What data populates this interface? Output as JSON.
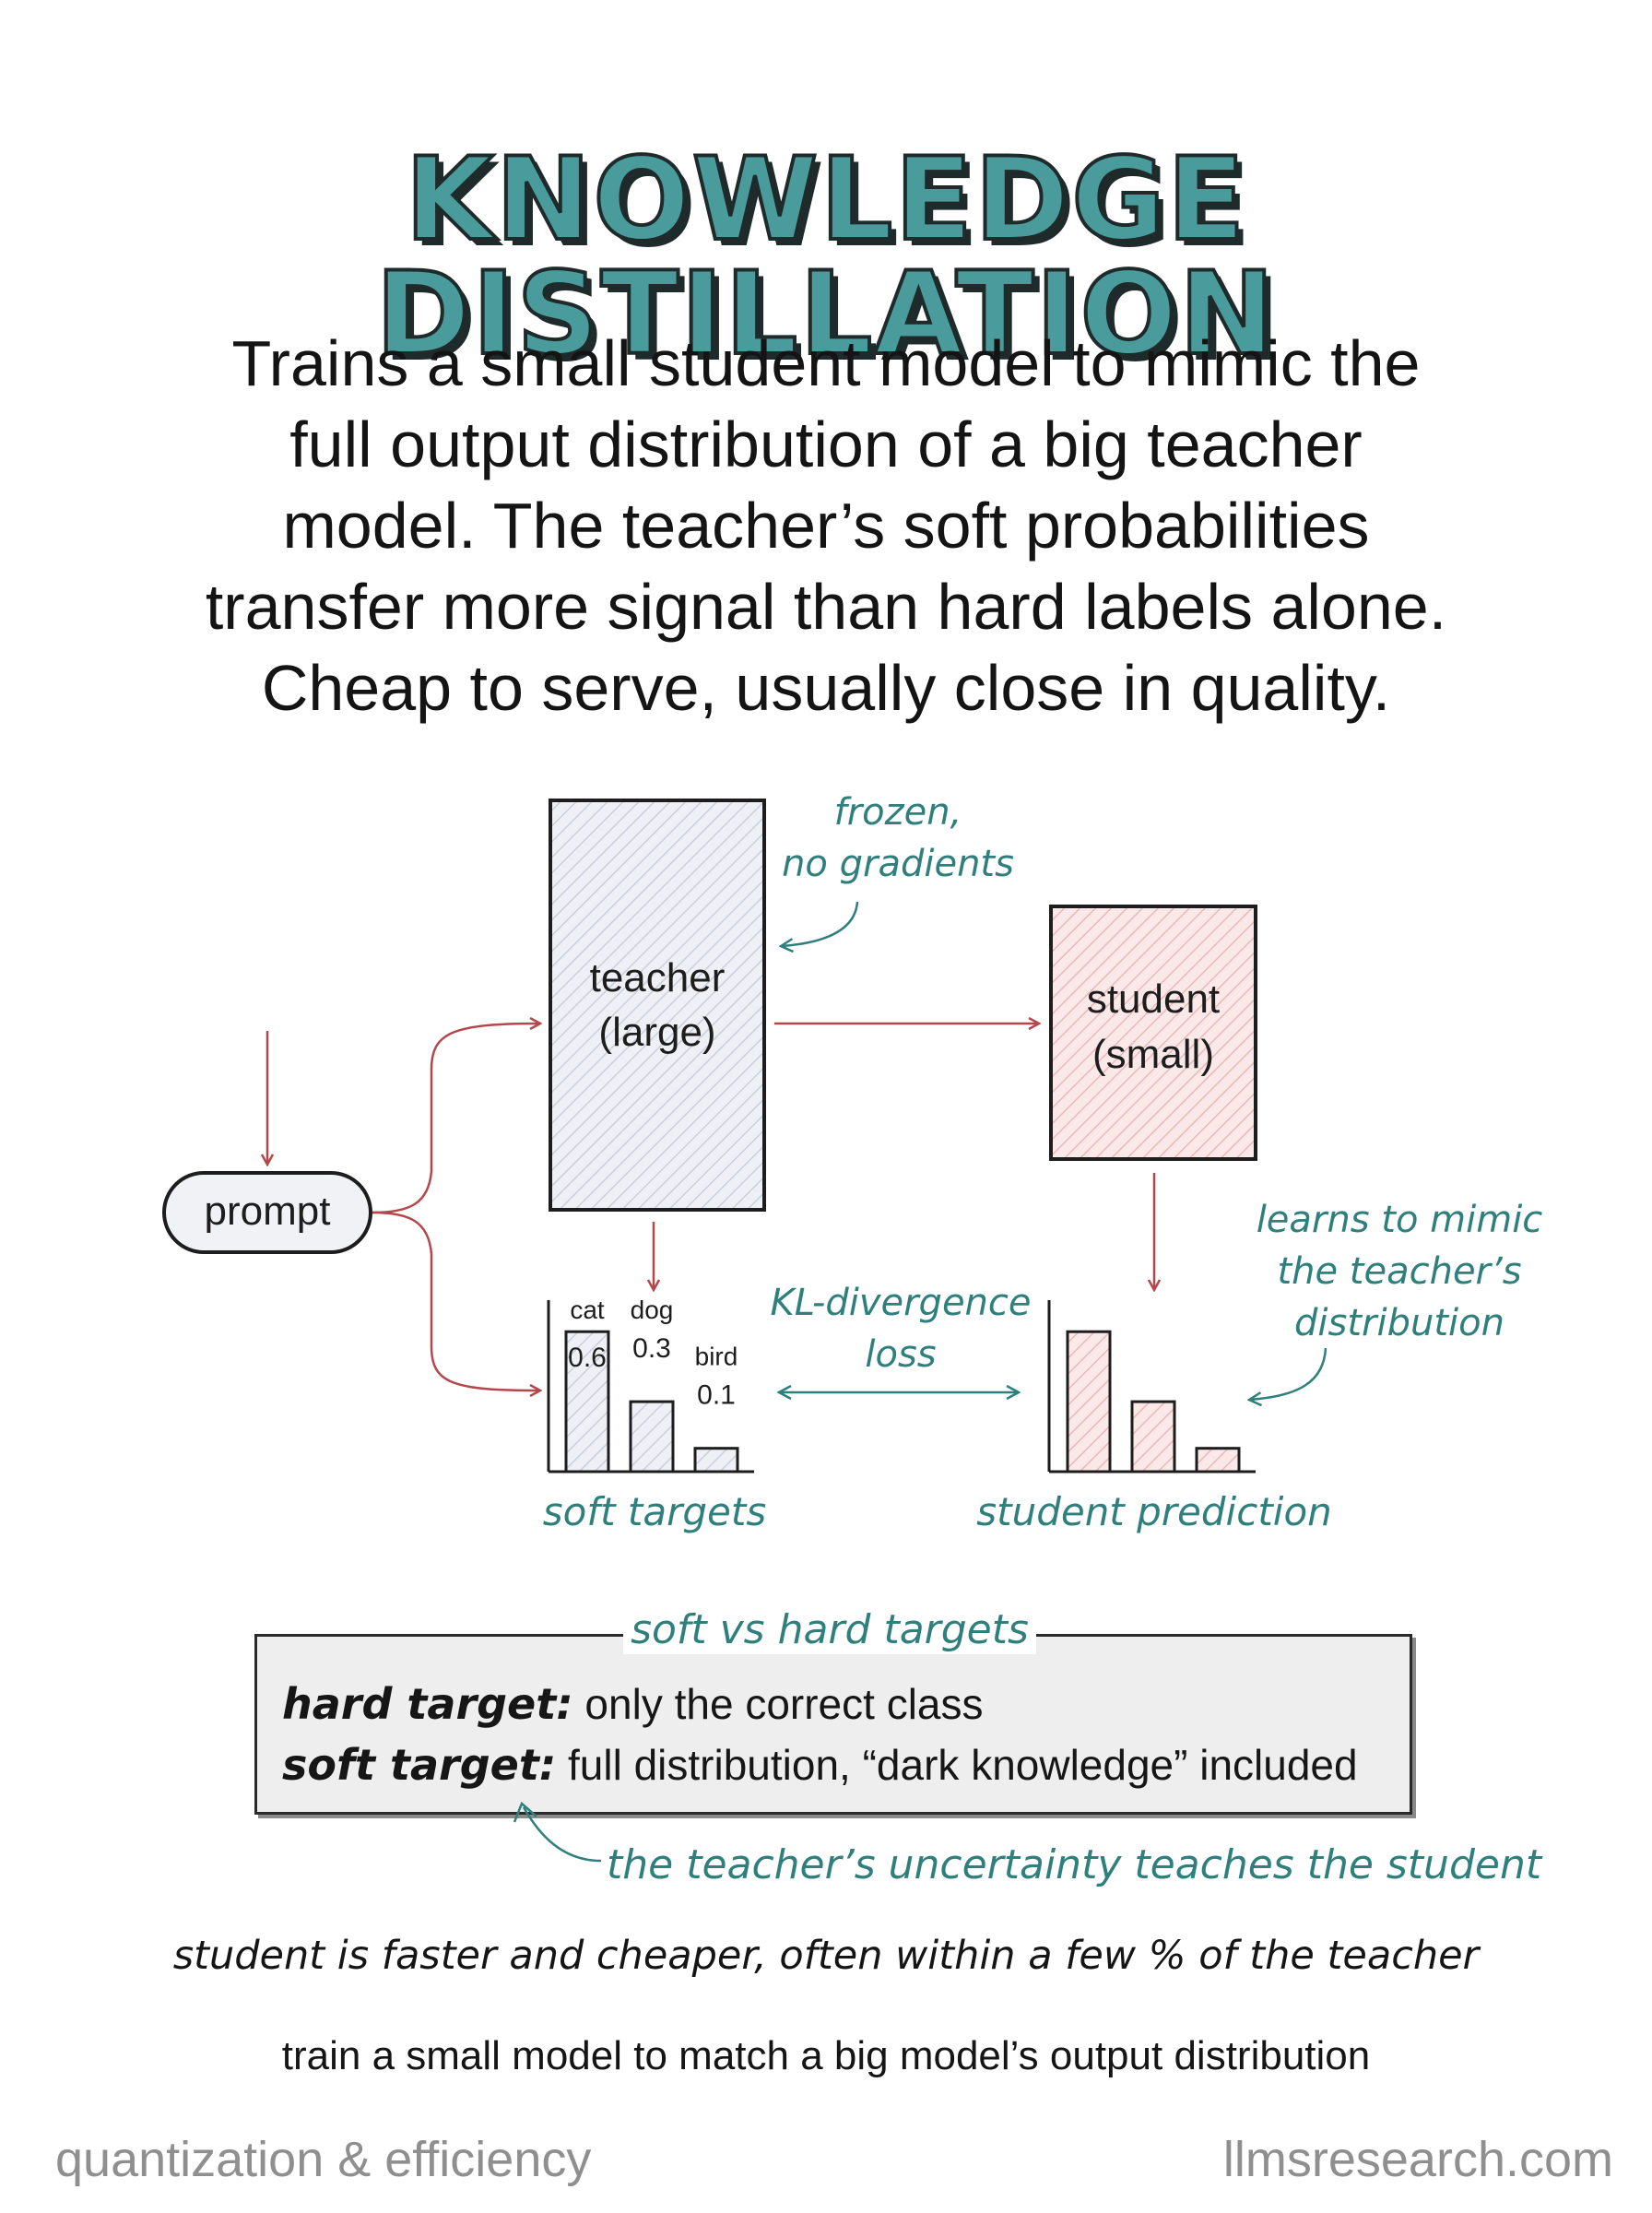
{
  "title": "KNOWLEDGE DISTILLATION",
  "intro": [
    "Trains a small student model to mimic the",
    "full output distribution of a big teacher",
    "model. The teacher’s soft probabilities",
    "transfer more signal than hard labels alone.",
    "Cheap to serve, usually close in quality."
  ],
  "diagram": {
    "prompt": "prompt",
    "teacher": [
      "teacher",
      "(large)"
    ],
    "student": [
      "student",
      "(small)"
    ],
    "frozen_note": [
      "frozen,",
      "no gradients"
    ],
    "kl_note": [
      "KL-divergence",
      "loss"
    ],
    "mimic_note": [
      "learns to mimic",
      "the teacher’s",
      "distribution"
    ],
    "soft_targets_label": "soft targets",
    "student_prediction_label": "student prediction"
  },
  "chart_data": [
    {
      "type": "bar",
      "categories": [
        "cat",
        "dog",
        "bird"
      ],
      "values": [
        0.6,
        0.3,
        0.1
      ],
      "title": "soft targets"
    },
    {
      "type": "bar",
      "categories": [
        "",
        "",
        ""
      ],
      "values": [
        0.6,
        0.3,
        0.1
      ],
      "title": "student prediction"
    }
  ],
  "legend": {
    "title": "soft vs hard targets",
    "hard_label": "hard target:",
    "hard_text": " only the correct class",
    "soft_label": "soft target:",
    "soft_text": " full distribution, “dark knowledge” included",
    "uncertainty_note": "the teacher’s uncertainty teaches the student"
  },
  "bottom_note": "student is faster and cheaper, often within a few % of the teacher",
  "summary": "train a small model to match a big model’s output distribution",
  "footer": {
    "left": "quantization & efficiency",
    "right": "llmsresearch.com"
  },
  "colors": {
    "teal": "#2f7f7d",
    "title_fill": "#4a9c9c",
    "arrow_red": "#b4474a",
    "teacher_fill": "#e6e9f0",
    "student_fill": "#f6dcdc"
  }
}
